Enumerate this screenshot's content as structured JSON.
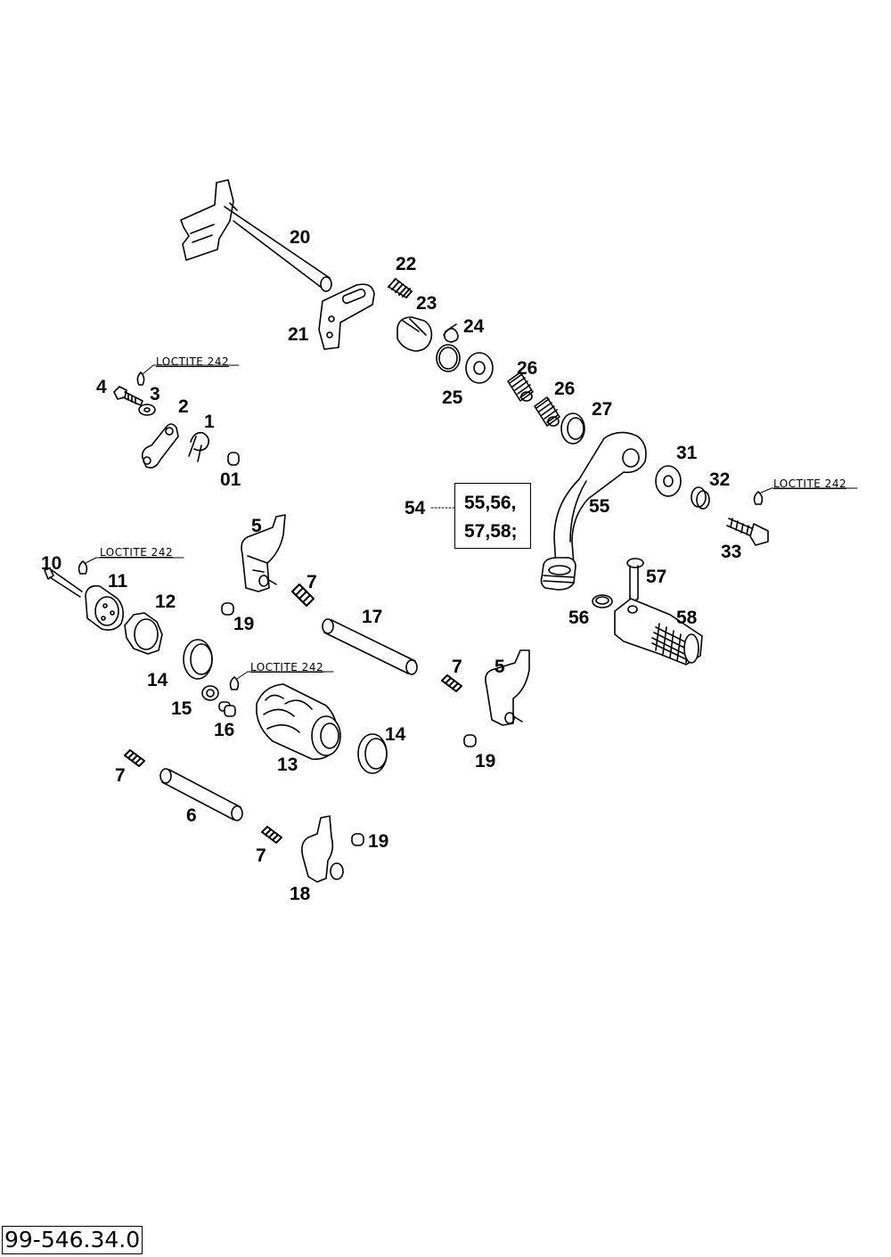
{
  "callouts": {
    "p20": "20",
    "p21": "21",
    "p22": "22",
    "p23": "23",
    "p24": "24",
    "p25": "25",
    "p26a": "26",
    "p26b": "26",
    "p27": "27",
    "p4": "4",
    "p3": "3",
    "p2": "2",
    "p1": "1",
    "p01": "01",
    "p54": "54",
    "p55": "55",
    "p31": "31",
    "p32": "32",
    "p33": "33",
    "p57": "57",
    "p56": "56",
    "p58": "58",
    "p5a": "5",
    "p7a": "7",
    "p19a": "19",
    "p17": "17",
    "p10": "10",
    "p11": "11",
    "p12": "12",
    "p14a": "14",
    "p15": "15",
    "p16": "16",
    "p13": "13",
    "p14b": "14",
    "p7b": "7",
    "p5b": "5",
    "p19b": "19",
    "p7c": "7",
    "p6": "6",
    "p7d": "7",
    "p19c": "19",
    "p18": "18"
  },
  "notes": {
    "loctite_1": "LOCTITE 242",
    "loctite_2": "LOCTITE 242",
    "loctite_3": "LOCTITE 242",
    "loctite_4": "LOCTITE 242"
  },
  "kit_box": {
    "line1": "55,56,",
    "line2": "57,58;"
  },
  "drawing_number": "99-546.34.0"
}
